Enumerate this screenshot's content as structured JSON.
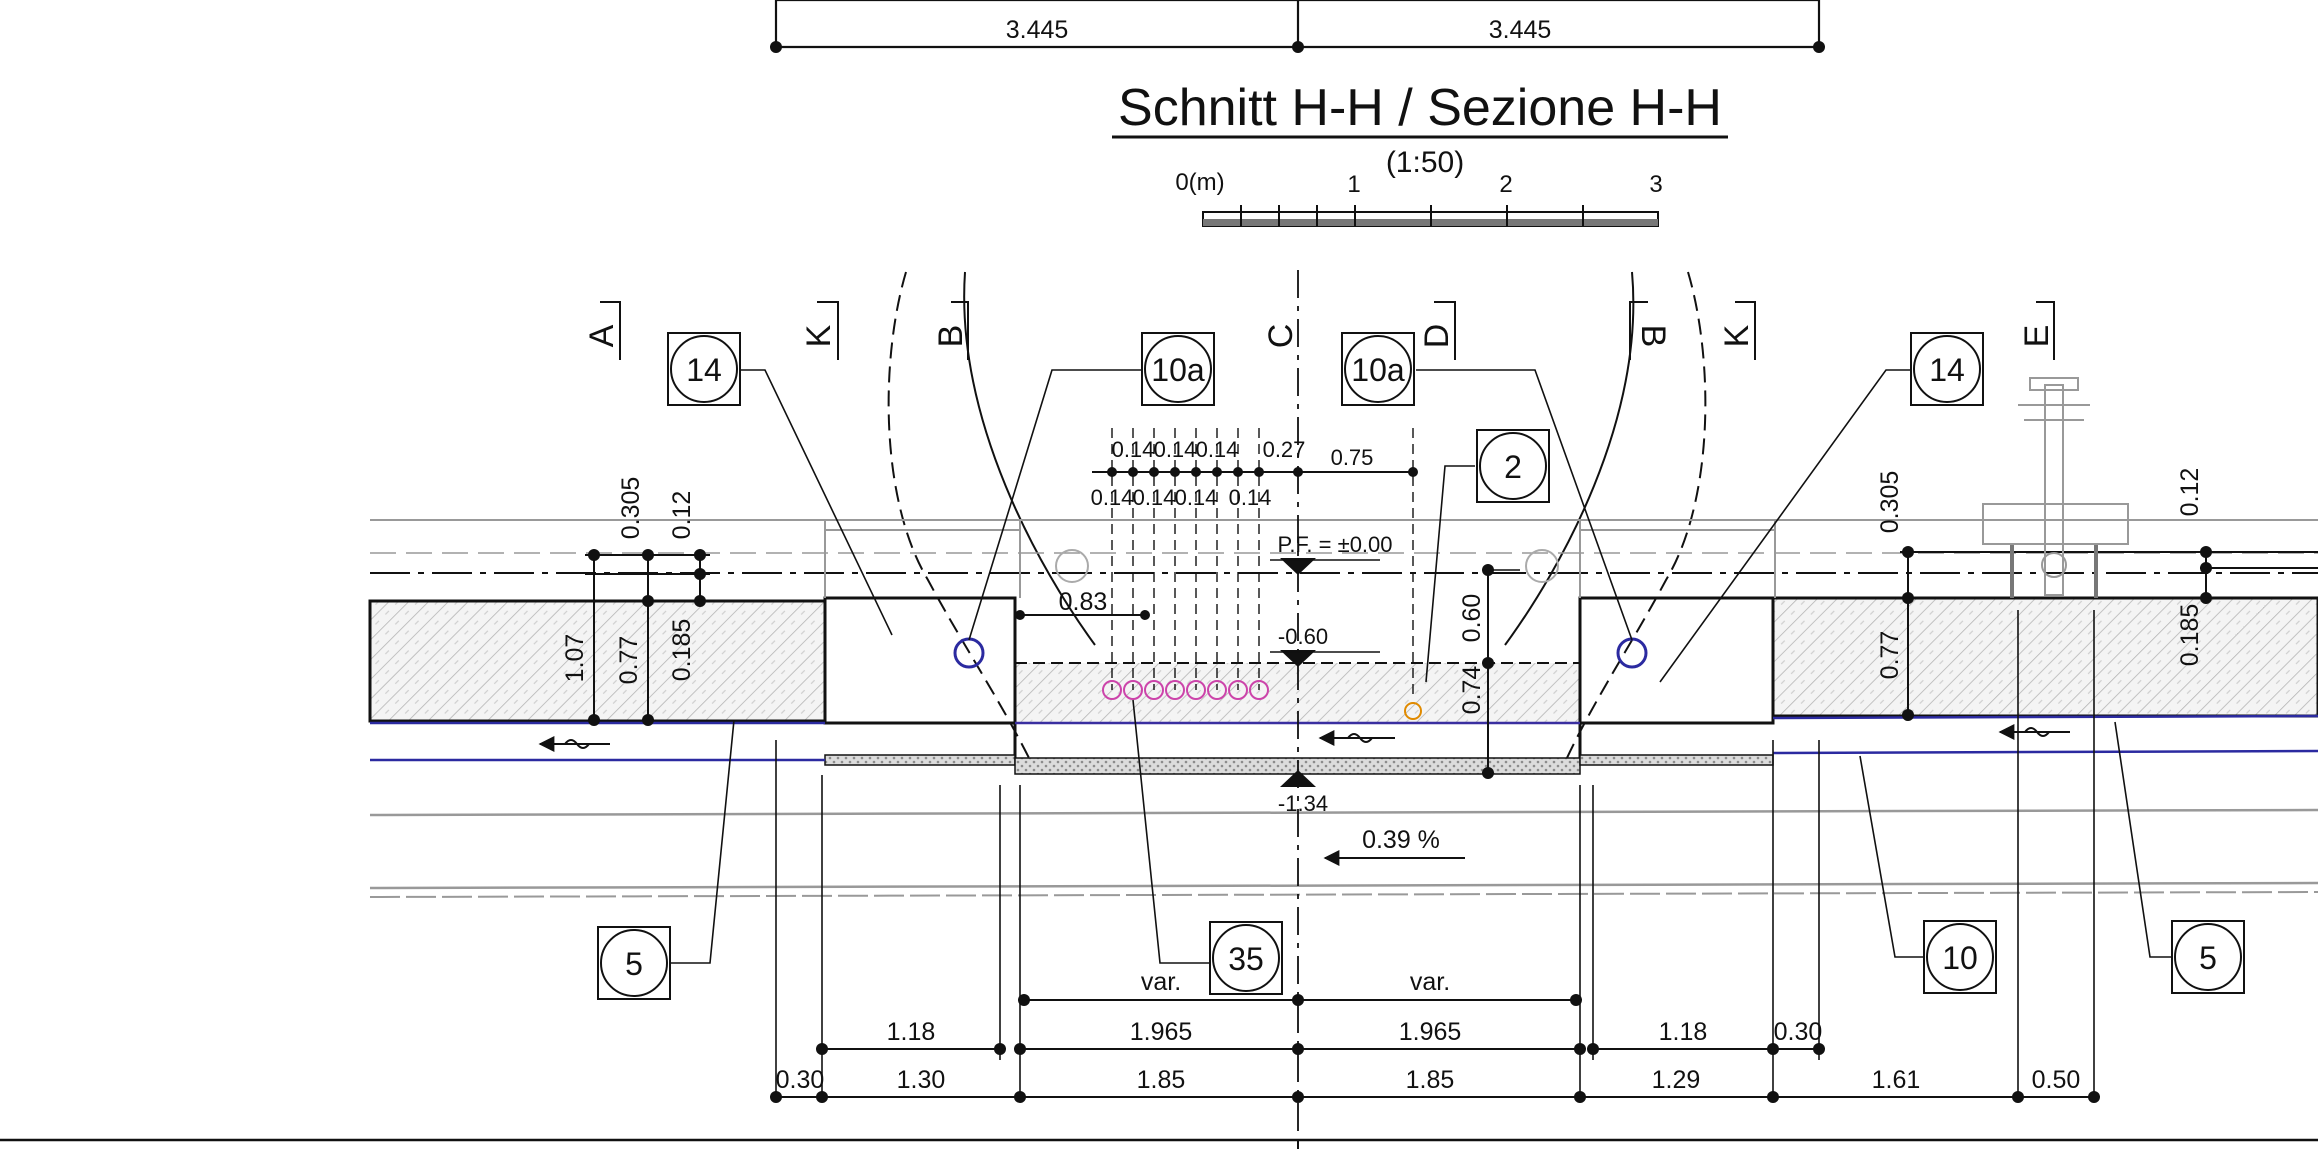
{
  "title": "Schnitt H-H / Sezione H-H",
  "scale": "(1:50)",
  "scale_bar": {
    "unit": "0(m)",
    "ticks": [
      "1",
      "2",
      "3"
    ]
  },
  "axes": [
    "A",
    "K",
    "B",
    "C",
    "D",
    "B",
    "K",
    "E"
  ],
  "tags": {
    "t14_left": "14",
    "t10a_left": "10a",
    "t10a_right": "10a",
    "t2": "2",
    "t14_right": "14",
    "t5_left": "5",
    "t35": "35",
    "t10": "10",
    "t5_right": "5"
  },
  "top_dims": [
    "3.445",
    "3.445"
  ],
  "level_labels": {
    "pf": "P.F. = ±0.00",
    "l060": "-0.60",
    "l134": "-1.34"
  },
  "slope": "0.39 %",
  "vertical_dims_left": [
    "1.07",
    "0.77",
    "0.185",
    "0.305",
    "0.12"
  ],
  "vertical_dims_right": [
    "0.305",
    "0.12",
    "0.77",
    "0.185"
  ],
  "vertical_dims_center": [
    "0.60",
    "0.74"
  ],
  "pipe_spacing_top": [
    "0.14",
    "0.14",
    "0.14",
    "0.27",
    "0.75"
  ],
  "pipe_spacing_bottom": [
    "0.14",
    "0.14",
    "0.14",
    "0.14"
  ],
  "dim_083": "0.83",
  "row_var": [
    "var.",
    "var."
  ],
  "row_mid": [
    "1.18",
    "1.965",
    "1.965",
    "1.18",
    "0.30"
  ],
  "row_bottom": [
    "0.30",
    "1.30",
    "1.85",
    "1.85",
    "1.29",
    "1.61",
    "0.50"
  ]
}
